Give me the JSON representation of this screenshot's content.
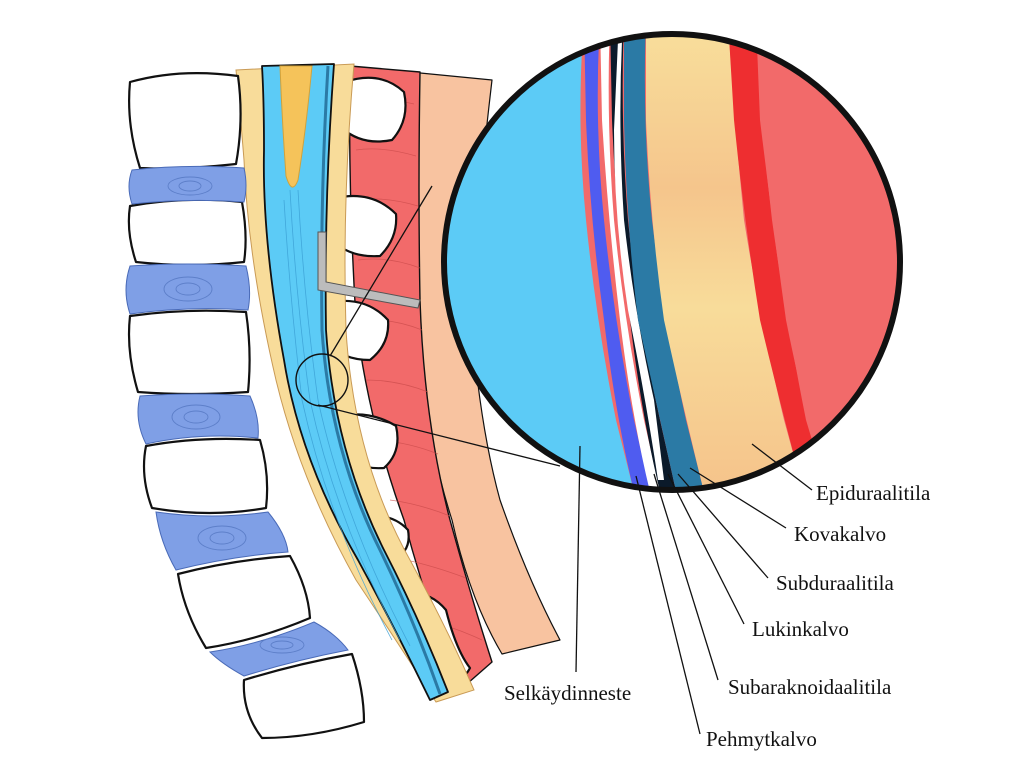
{
  "colors": {
    "vertebra": "#ffffff",
    "disc": "#7f9fe6",
    "disc_line": "#5d7fc9",
    "csf": "#5ccbf6",
    "pia": "#4f5cf0",
    "arachnoid": "#0b1a2a",
    "dura": "#2b7aa5",
    "epidural": "#f5c98f",
    "epidural_light": "#f8dc9a",
    "ligament": "#f26a6a",
    "ligament_dark": "#ee2e30",
    "soft_tissue": "#f8c3a0",
    "fat_core": "#f5c35a",
    "needle": "#bcbcbc"
  },
  "labels": {
    "epiduraalitila": "Epiduraalitila",
    "kovakalvo": "Kovakalvo",
    "subduraalitila": "Subduraalitila",
    "lukinkalvo": "Lukinkalvo",
    "subaraknoidaalitila": "Subaraknoidaalitila",
    "selkaydinneste": "Selkäydinneste",
    "pehmytkalvo": "Pehmytkalvo"
  }
}
